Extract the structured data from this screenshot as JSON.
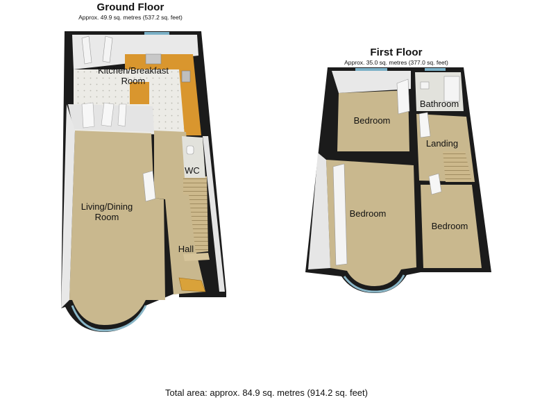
{
  "ground_floor": {
    "title": "Ground Floor",
    "area": "Approx. 49.9 sq. metres (537.2 sq. feet)",
    "rooms": {
      "kitchen": "Kitchen/Breakfast\nRoom",
      "living": "Living/Dining\nRoom",
      "wc": "WC",
      "hall": "Hall"
    }
  },
  "first_floor": {
    "title": "First Floor",
    "area": "Approx. 35.0 sq. metres (377.0 sq. feet)",
    "rooms": {
      "bedroom_top": "Bedroom",
      "bathroom": "Bathroom",
      "landing": "Landing",
      "bedroom_main": "Bedroom",
      "bedroom_small": "Bedroom"
    }
  },
  "total_area": "Total area: approx. 84.9 sq. metres (914.2 sq. feet)",
  "colors": {
    "wall": "#1b1b1b",
    "wall_inner": "#e6e6e6",
    "carpet": "#c9b88e",
    "tile": "#ecebe6",
    "worktop": "#d9962e",
    "stairs": "#c9b58a",
    "window": "#7ab0c6"
  }
}
